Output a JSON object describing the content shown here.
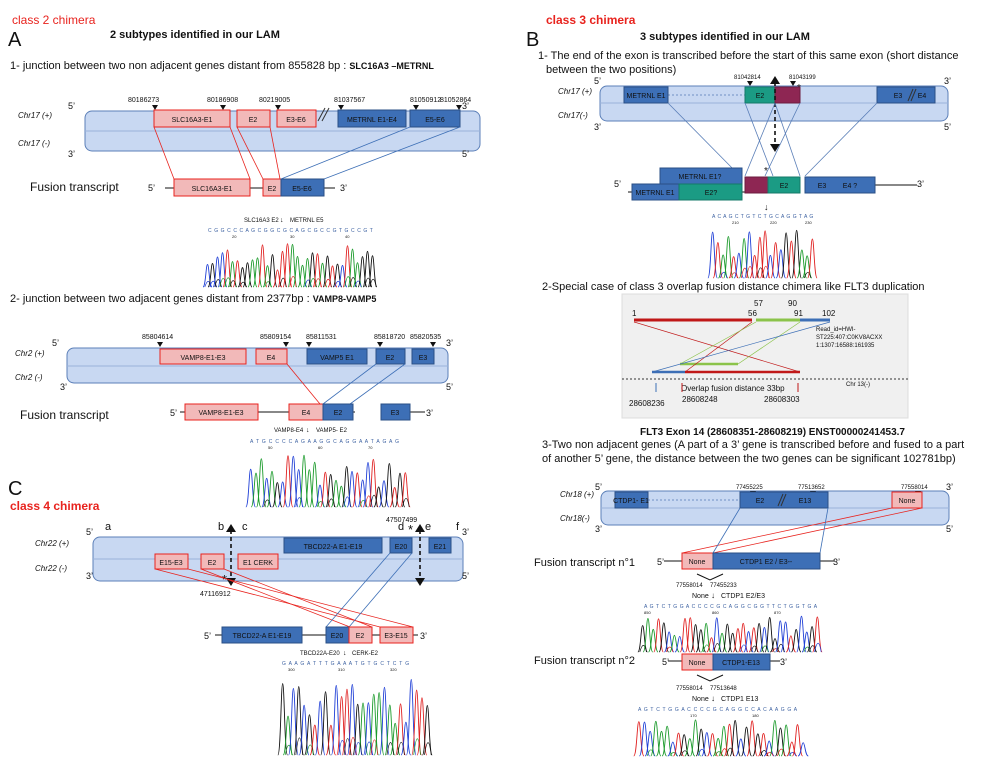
{
  "colors": {
    "red": "#e8231e",
    "blue_box": "#3d6fb6",
    "pink_box": "#f2b9b9",
    "chrom_fill": "#c8d8f2",
    "chrom_stroke": "#5b7fb8",
    "teal": "#1b9b84",
    "maroon": "#8e2653"
  },
  "panelA": {
    "class_label": "class 2 chimera",
    "letter": "A",
    "title": "2 subtypes identified in our LAM",
    "sub1": {
      "heading": "1-  junction between two non adjacent genes distant from 855828 bp : ",
      "heading_bold": "SLC16A3 –METRNL",
      "chr_plus": "Chr17 (+)",
      "chr_minus": "Chr17 (-)",
      "five": "5’",
      "three": "3’",
      "positions": [
        "80186273",
        "80186908",
        "80219005",
        "81037567",
        "81050912",
        "81052864"
      ],
      "genes": [
        "SLC16A3-E1",
        "E2",
        "E3-E6",
        "METRNL E1-E4",
        "E5-E6"
      ],
      "fusion_label": "Fusion transcript",
      "fusion_boxes": [
        "SLC16A3-E1",
        "E2",
        "E5-E6"
      ],
      "junction_left": "SLC16A3 E2",
      "junction_right": "METRNL E5",
      "seq": "C G G C C C A G C G G C G C A G C G C C G T G C C G T",
      "seq_ticks": [
        "20",
        "30",
        "40"
      ]
    },
    "sub2": {
      "heading": "2-  junction between two adjacent genes distant from 2377bp : ",
      "heading_bold": "VAMP8-VAMP5",
      "chr_plus": "Chr2 (+)",
      "chr_minus": "Chr2 (-)",
      "five": "5’",
      "three": "3’",
      "positions": [
        "85804614",
        "85809154",
        "85811531",
        "85818720",
        "85820535"
      ],
      "genes": [
        "VAMP8-E1-E3",
        "E4",
        "VAMP5 E1",
        "E2",
        "E3"
      ],
      "fusion_label": "Fusion transcript",
      "fusion_boxes": [
        "VAMP8-E1-E3",
        "E4",
        "E2",
        "E3"
      ],
      "junction_left": "VAMP8-E4",
      "junction_right": "VAMP5- E2",
      "seq": "A T G C C C C A G A A G G C A G G A A T A G A G",
      "seq_ticks": [
        "50",
        "60",
        "70"
      ]
    }
  },
  "panelC": {
    "letter": "C",
    "class_label": "class 4 chimera",
    "chr_plus": "Chr22 (+)",
    "chr_minus": "Chr22 (-)",
    "five": "5’",
    "three": "3’",
    "letters": [
      "a",
      "b",
      "c",
      "d",
      "e",
      "f"
    ],
    "pos_top": "47507499",
    "pos_bottom": "47116912",
    "star": "*",
    "genes_plus": [
      "TBCD22-A   E1-E19",
      "E20",
      "E21"
    ],
    "genes_minus": [
      "E15-E3",
      "E2",
      "E1  CERK"
    ],
    "fusion_boxes": [
      "TBCD22-A   E1-E19",
      "E20",
      "E2",
      "E3-E15"
    ],
    "junction_left": "TBCD22A-E20",
    "junction_right": "CERK-E2",
    "seq": "G A A G A T T T G A A A T G T G C T C T G",
    "seq_ticks": [
      "300",
      "310",
      "320"
    ]
  },
  "panelB": {
    "class_label": "class 3 chimera",
    "letter": "B",
    "title": "3 subtypes identified in our LAM",
    "sub1": {
      "heading_line1": "1- The end of the exon is transcribed before the start of this  same exon (short distance",
      "heading_line2": "between the two positions)",
      "positions": [
        "81042814",
        "81043199"
      ],
      "chr_plus": "Chr17 (+)",
      "chr_minus": "Chr17(-)",
      "five": "5’",
      "three": "3’",
      "genes": [
        "METRNL E1",
        "E2",
        "E3",
        "E4"
      ],
      "fusion_top": "METRNL E1?",
      "fusion_boxes": [
        "METRNL E1",
        "E2?",
        "E2",
        "E3",
        "E4 ?"
      ],
      "seq": "A C A G C T G T C T G C A G G T A G",
      "seq_ticks": [
        "210",
        "220",
        "230"
      ]
    },
    "sub2": {
      "heading": "2-Special case of class 3 overlap fusion distance chimera like FLT3 duplication",
      "nums": [
        "1",
        "57",
        "90",
        "56",
        "91",
        "102"
      ],
      "read_id": [
        "Read_id=HWI-",
        "ST225:407:C0KV8ACXX",
        "1:1307:16588:161935"
      ],
      "overlap": "Overlap fusion distance 33bp",
      "chr": "Chr 13(-)",
      "coords": [
        "28608236",
        "28608248",
        "28608303"
      ],
      "caption": "FLT3 Exon 14 (28608351-28608219) ENST00000241453.7"
    },
    "sub3": {
      "heading_line1": "3-Two non adjacent genes (A part of a 3’ gene is transcribed before and fused to a part",
      "heading_line2": "of another 5’ gene, the distance between the two genes can be significant 102781bp)",
      "chr_plus": "Chr18 (+)",
      "chr_minus": "Chr18(-)",
      "five": "5’",
      "three": "3’",
      "positions": [
        "77455225",
        "77513652",
        "77558014"
      ],
      "genes": [
        "CTDP1- E1",
        "E2",
        "E13",
        "None"
      ],
      "fusion1": {
        "label": "Fusion transcript n°1",
        "boxes": [
          "None",
          "CTDP1  E2 / E3--"
        ],
        "coords": [
          "77558014",
          "77455233"
        ],
        "junction_left": "None",
        "junction_right": "CTDP1  E2/E3",
        "seq": "A G T C T G G A C C C C G C A G G C G G T T C T G G T G A",
        "seq_ticks": [
          "850",
          "860",
          "870"
        ]
      },
      "fusion2": {
        "label": "Fusion transcript n°2",
        "boxes": [
          "None",
          "CTDP1-E13"
        ],
        "coords": [
          "77558014",
          "77513648"
        ],
        "junction_left": "None",
        "junction_right": "CTDP1  E13",
        "seq": "A G T C T G G A C C C C G C A G G C C A C A A G G A",
        "seq_ticks": [
          "170",
          "180"
        ]
      }
    }
  }
}
